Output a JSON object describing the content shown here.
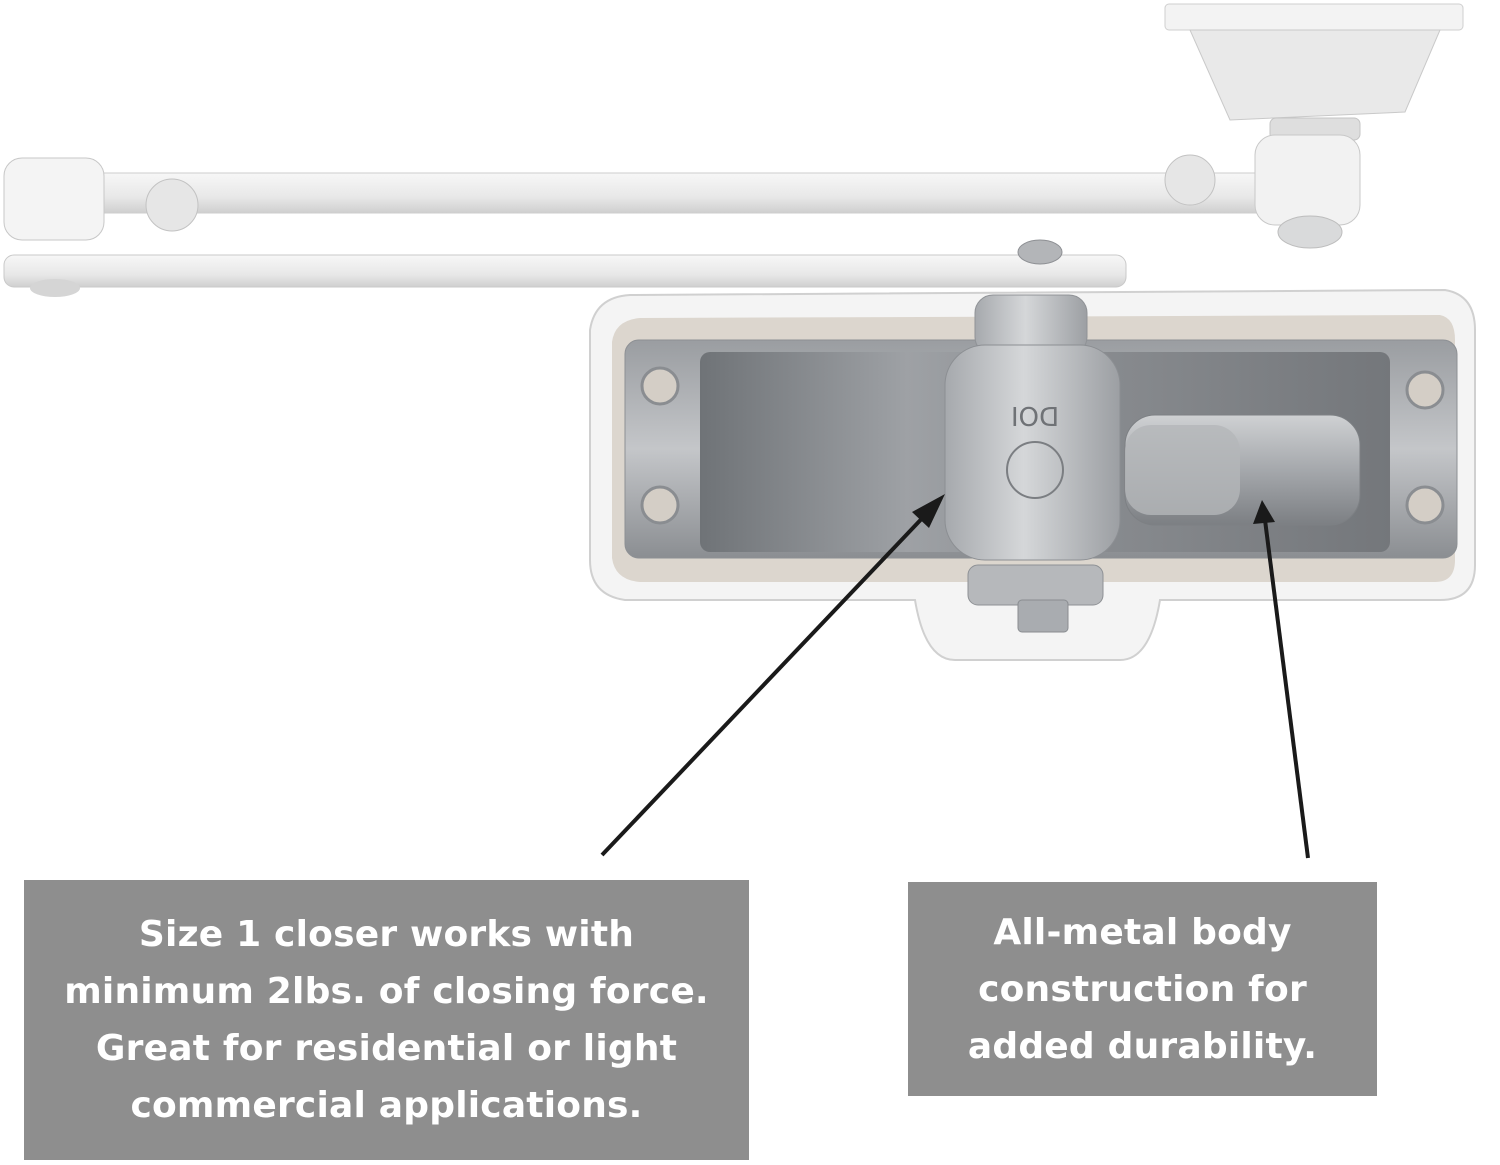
{
  "image": {
    "subject": "door-closer-top-view",
    "colors": {
      "background": "#ffffff",
      "cover_white": "#f1f1f1",
      "cover_inner": "#ddd7cf",
      "metal_body": "#b9bbbe",
      "metal_shadow": "#7d8084",
      "arm_white": "#eeeeee",
      "callout_bg": "#8e8e8e",
      "callout_text": "#ffffff",
      "arrow": "#1a1a1a"
    },
    "body_marking": "DOI"
  },
  "callouts": {
    "size_one": "Size 1 closer works with\nminimum 2lbs. of closing force.\nGreat for residential or light\ncommercial applications.",
    "all_metal": "All-metal body\nconstruction for\nadded durability."
  }
}
